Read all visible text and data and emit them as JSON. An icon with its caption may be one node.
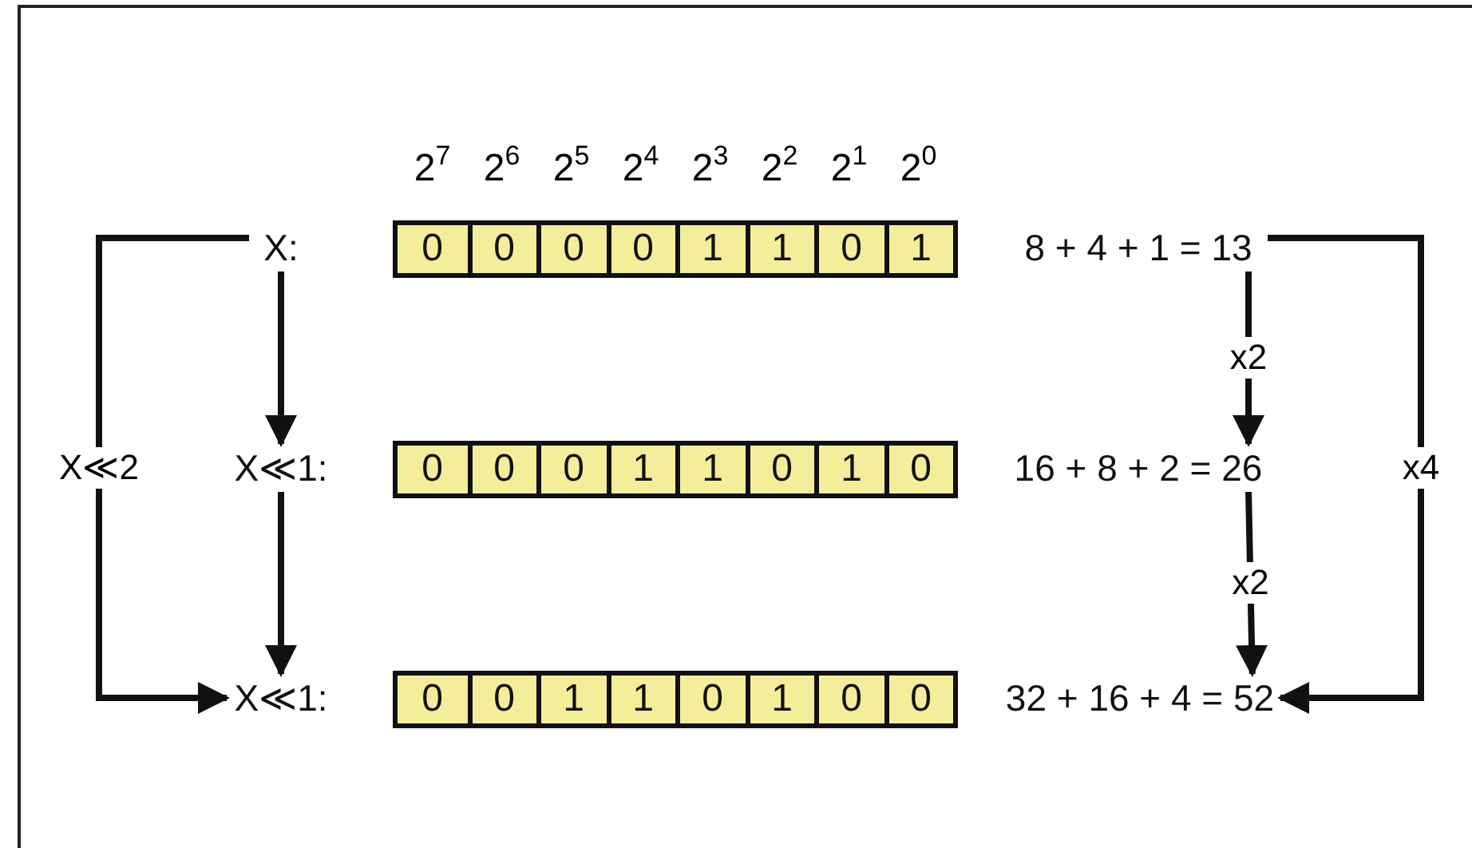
{
  "diagram": {
    "nodes": [
      {
        "text": [
          "X:"
        ]
      },
      {
        "text": [
          "0",
          "0",
          "0",
          "0",
          "1",
          "1",
          "0",
          "1"
        ]
      },
      {
        "text": [
          "8 + 4 + 1 = 13"
        ]
      },
      {
        "text": [
          "X≪1:"
        ]
      },
      {
        "text": [
          "0",
          "0",
          "0",
          "1",
          "1",
          "0",
          "1",
          "0"
        ]
      },
      {
        "text": [
          "16 + 8 + 2 = 26"
        ]
      },
      {
        "text": [
          "X≪1:"
        ]
      },
      {
        "text": [
          "0",
          "0",
          "1",
          "1",
          "0",
          "1",
          "0",
          "0"
        ]
      },
      {
        "text": [
          "32 + 16 + 4 = 52"
        ]
      }
    ],
    "edges": [
      {
        "from": 0,
        "to": 3,
        "arrow": "to"
      },
      {
        "from": 3,
        "to": 6,
        "arrow": "to"
      },
      {
        "from": 0,
        "to": 6,
        "arrow": "to",
        "label": "X≪2"
      },
      {
        "from": 2,
        "to": 5,
        "arrow": "to",
        "label": "x2"
      },
      {
        "from": 5,
        "to": 8,
        "arrow": "to",
        "label": "x2"
      },
      {
        "from": 2,
        "to": 8,
        "arrow": "to",
        "label": "x4"
      }
    ],
    "labels": [
      "2$^{7}$",
      "2$^{6}$",
      "2$^{5}$",
      "2$^{4}$",
      "2$^{3}$",
      "2$^{2}$",
      "2$^{1}$",
      "2$^{0}$"
    ]
  }
}
